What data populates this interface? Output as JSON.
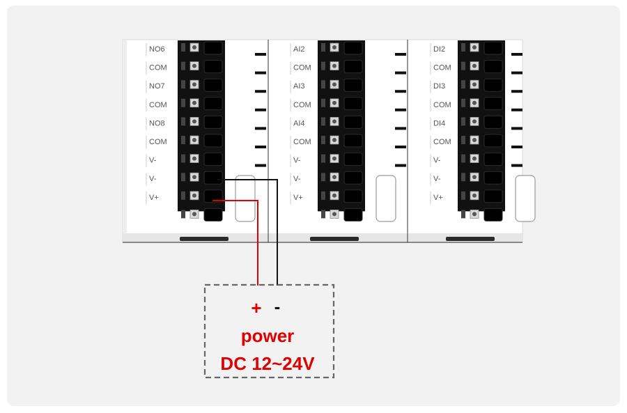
{
  "colors": {
    "background": "#f2f2f2",
    "module_body": "#ffffff",
    "terminal_block": "#111111",
    "positive_wire": "#e00000",
    "negative_wire": "#111111",
    "power_box_border": "#666666"
  },
  "modules": [
    {
      "labels": [
        {
          "row": 0,
          "text": "NO6"
        },
        {
          "row": 1,
          "text": "COM"
        },
        {
          "row": 2,
          "text": "NO7"
        },
        {
          "row": 3,
          "text": "COM"
        },
        {
          "row": 4,
          "text": "NO8"
        },
        {
          "row": 5,
          "text": "COM"
        },
        {
          "row": 6,
          "text": "V-"
        },
        {
          "row": 7,
          "text": "V-"
        },
        {
          "row": 8,
          "text": "V+"
        }
      ]
    },
    {
      "labels": [
        {
          "row": 0,
          "text": "AI2"
        },
        {
          "row": 1,
          "text": "COM"
        },
        {
          "row": 2,
          "text": "AI3"
        },
        {
          "row": 3,
          "text": "COM"
        },
        {
          "row": 4,
          "text": "AI4"
        },
        {
          "row": 5,
          "text": "COM"
        },
        {
          "row": 6,
          "text": "V-"
        },
        {
          "row": 7,
          "text": "V-"
        },
        {
          "row": 8,
          "text": "V+"
        }
      ]
    },
    {
      "labels": [
        {
          "row": 0,
          "text": "DI2"
        },
        {
          "row": 1,
          "text": "COM"
        },
        {
          "row": 2,
          "text": "DI3"
        },
        {
          "row": 3,
          "text": "COM"
        },
        {
          "row": 4,
          "text": "DI4"
        },
        {
          "row": 5,
          "text": "COM"
        },
        {
          "row": 6,
          "text": "V-"
        },
        {
          "row": 7,
          "text": "V-"
        },
        {
          "row": 8,
          "text": "V+"
        }
      ]
    }
  ],
  "power_supply": {
    "plus_symbol": "+",
    "minus_symbol": "-",
    "title": "power",
    "voltage": "DC 12~24V"
  }
}
